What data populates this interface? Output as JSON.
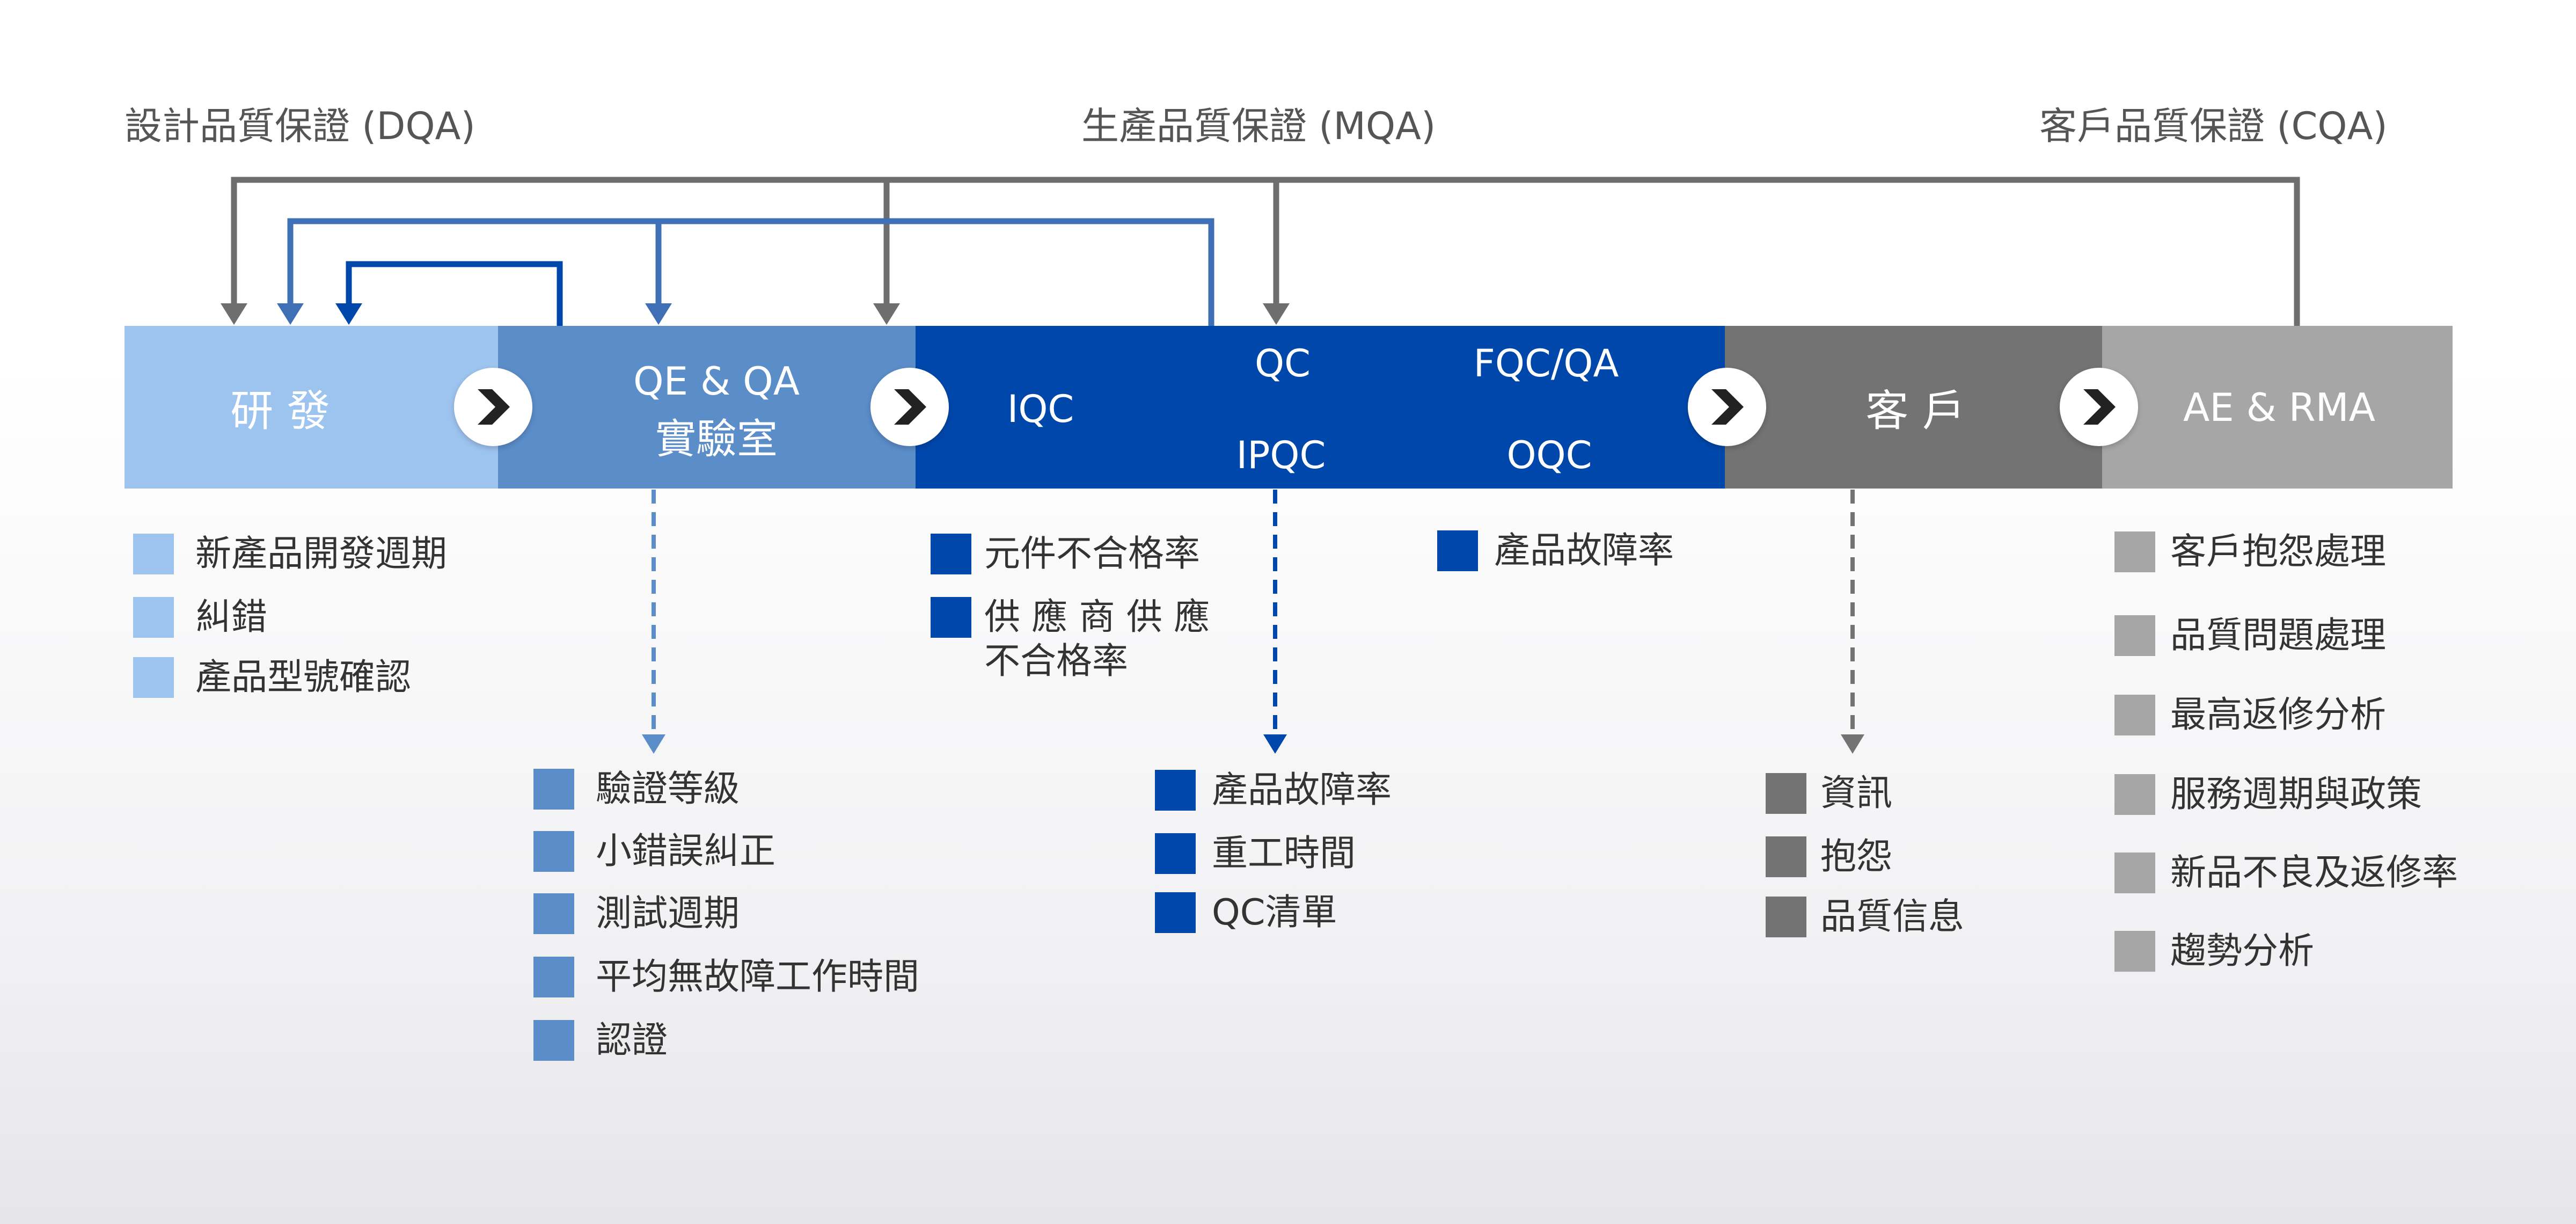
{
  "headers": {
    "dqa": "設計品質保證 (DQA)",
    "mqa": "生產品質保證 (MQA)",
    "cqa": "客戶品質保證 (CQA)"
  },
  "stages": {
    "rd": "研 發",
    "lab_line1": "QE & QA",
    "lab_line2": "實驗室",
    "iqc": "IQC",
    "qc": "QC",
    "ipqc": "IPQC",
    "fqc": "FQC/QA",
    "oqc": "OQC",
    "customer": "客 戶",
    "ae": "AE & RMA"
  },
  "lists": {
    "rd": [
      "新產品開發週期",
      "糾錯",
      "產品型號確認"
    ],
    "lab": [
      "驗證等級",
      "小錯誤糾正",
      "測試週期",
      "平均無故障工作時間",
      "認證"
    ],
    "iqc": [
      "元件不合格率",
      "供 應 商 供 應",
      "不合格率"
    ],
    "fqc": [
      "產品故障率"
    ],
    "ipqc": [
      "產品故障率",
      "重工時間",
      "QC清單"
    ],
    "customer": [
      "資訊",
      "抱怨",
      "品質信息"
    ],
    "ae": [
      "客戶抱怨處理",
      "品質問題處理",
      "最高返修分析",
      "服務週期與政策",
      "新品不良及返修率",
      "趨勢分析"
    ]
  },
  "colors": {
    "rd": "#9dc3ef",
    "lab": "#5b8dc9",
    "mfg": "#0047ab",
    "customer": "#737373",
    "ae": "#a6a6a6",
    "chevron": "#222222"
  },
  "icons": {
    "chevron": "chevron-right-icon"
  }
}
